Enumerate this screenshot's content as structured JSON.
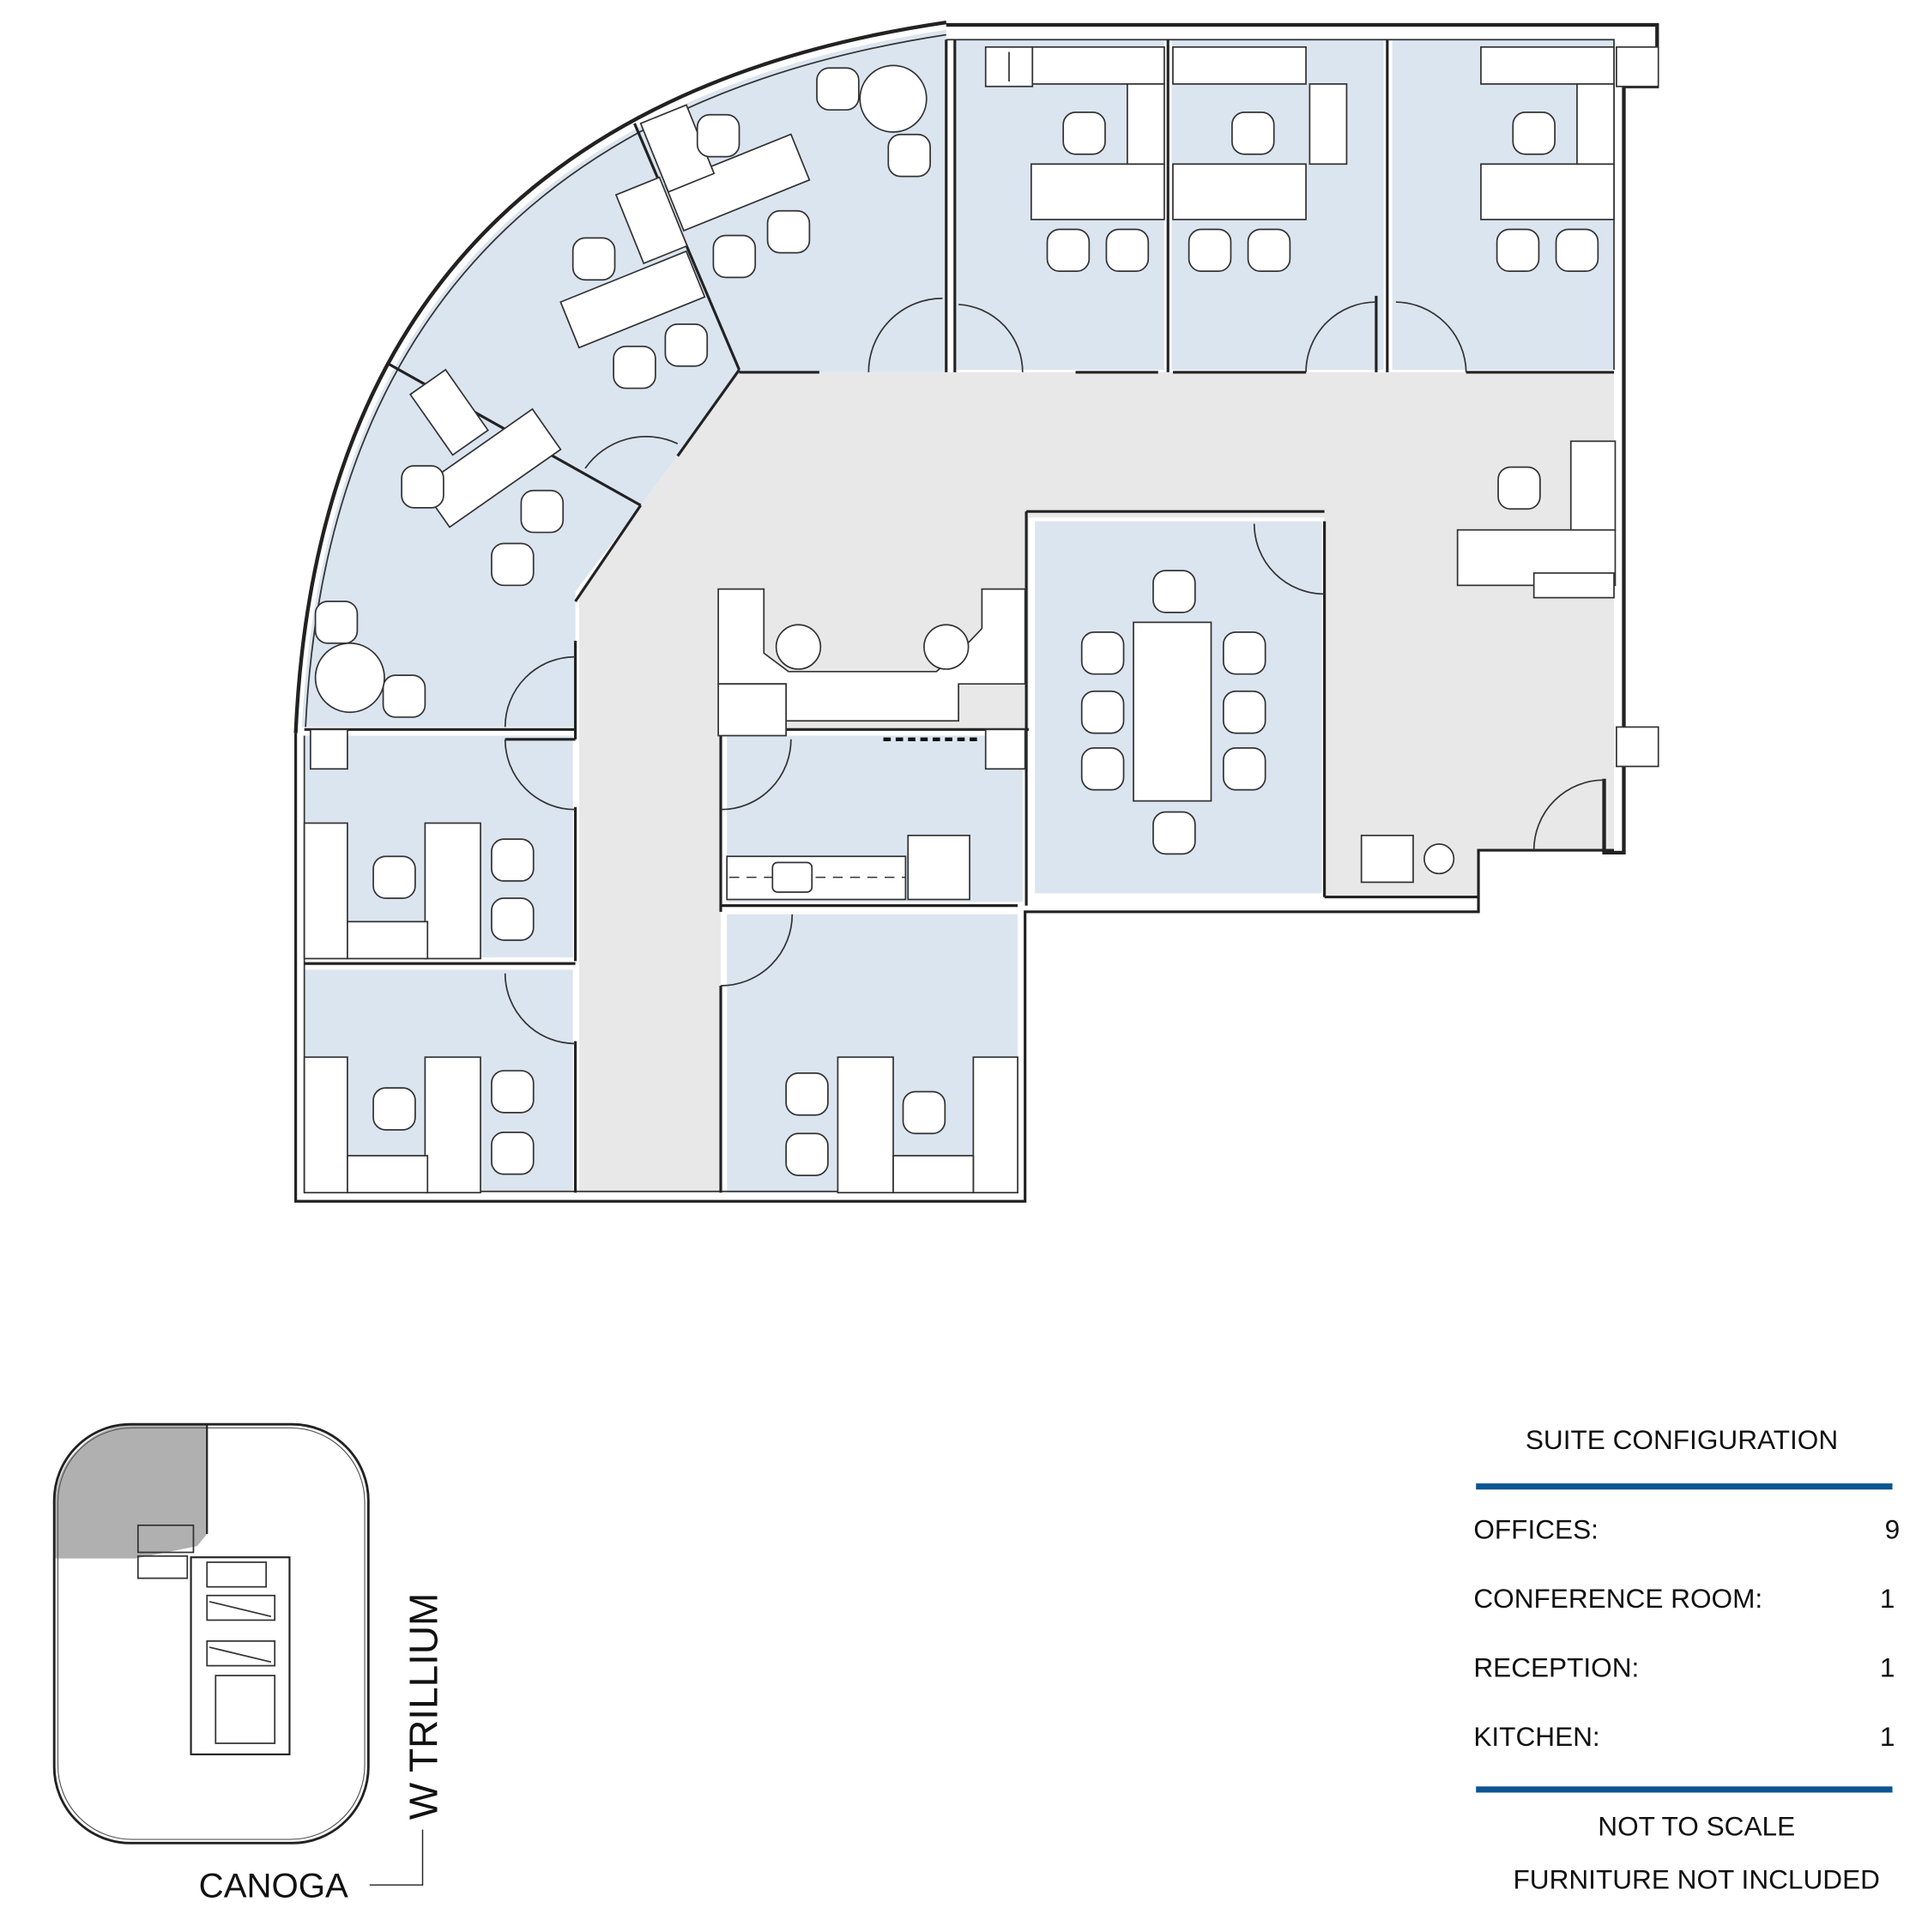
{
  "colors": {
    "office_fill": "#dbe5f0",
    "corridor_fill": "#e8e8e8",
    "highlight_fill": "#b0b0b0",
    "rule_color": "#0d5592"
  },
  "key_plan": {
    "street_east": "W TRILLIUM",
    "street_south": "CANOGA"
  },
  "legend": {
    "title": "SUITE CONFIGURATION",
    "rows": [
      {
        "label": "OFFICES:",
        "value": "9"
      },
      {
        "label": "CONFERENCE ROOM:",
        "value": "1"
      },
      {
        "label": "RECEPTION:",
        "value": "1"
      },
      {
        "label": "KITCHEN:",
        "value": "1"
      }
    ],
    "note_scale": "NOT TO SCALE",
    "note_furniture": "FURNITURE NOT INCLUDED"
  }
}
